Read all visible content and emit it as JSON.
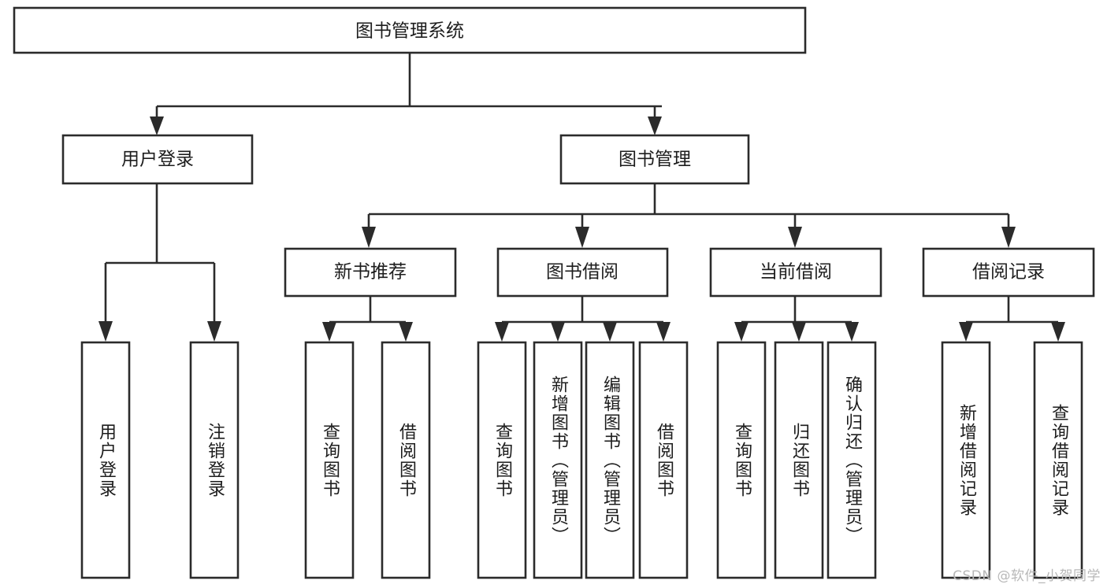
{
  "diagram": {
    "type": "tree-hierarchy",
    "title": "图书管理系统",
    "watermark": "CSDN @软件_小贺同学",
    "colors": {
      "stroke": "#2b2b2b",
      "fill": "#ffffff",
      "text": "#1d1d1d",
      "watermark": "#b8b8b8",
      "background": "#ffffff"
    },
    "root": {
      "id": "root",
      "label": "图书管理系统"
    },
    "level1": [
      {
        "id": "user-login",
        "label": "用户登录"
      },
      {
        "id": "book-manage",
        "label": "图书管理"
      }
    ],
    "level2": [
      {
        "id": "new-book-recommend",
        "label": "新书推荐",
        "parent": "book-manage"
      },
      {
        "id": "book-borrow",
        "label": "图书借阅",
        "parent": "book-manage"
      },
      {
        "id": "current-borrow",
        "label": "当前借阅",
        "parent": "book-manage"
      },
      {
        "id": "borrow-record",
        "label": "借阅记录",
        "parent": "book-manage"
      }
    ],
    "leaves": [
      {
        "id": "leaf-user-login",
        "label": "用户登录",
        "parent": "user-login"
      },
      {
        "id": "leaf-logout-login",
        "label": "注销登录",
        "parent": "user-login"
      },
      {
        "id": "leaf-query-book-1",
        "label": "查询图书",
        "parent": "new-book-recommend"
      },
      {
        "id": "leaf-borrow-book-1",
        "label": "借阅图书",
        "parent": "new-book-recommend"
      },
      {
        "id": "leaf-query-book-2",
        "label": "查询图书",
        "parent": "book-borrow"
      },
      {
        "id": "leaf-add-book",
        "label": "新增图书（管理员）",
        "parent": "book-borrow"
      },
      {
        "id": "leaf-edit-book",
        "label": "编辑图书（管理员）",
        "parent": "book-borrow"
      },
      {
        "id": "leaf-borrow-book-2",
        "label": "借阅图书",
        "parent": "book-borrow"
      },
      {
        "id": "leaf-query-book-3",
        "label": "查询图书",
        "parent": "current-borrow"
      },
      {
        "id": "leaf-return-book",
        "label": "归还图书",
        "parent": "current-borrow"
      },
      {
        "id": "leaf-confirm-return",
        "label": "确认归还（管理员）",
        "parent": "current-borrow"
      },
      {
        "id": "leaf-add-record",
        "label": "新增借阅记录",
        "parent": "borrow-record"
      },
      {
        "id": "leaf-query-record",
        "label": "查询借阅记录",
        "parent": "borrow-record"
      }
    ]
  }
}
